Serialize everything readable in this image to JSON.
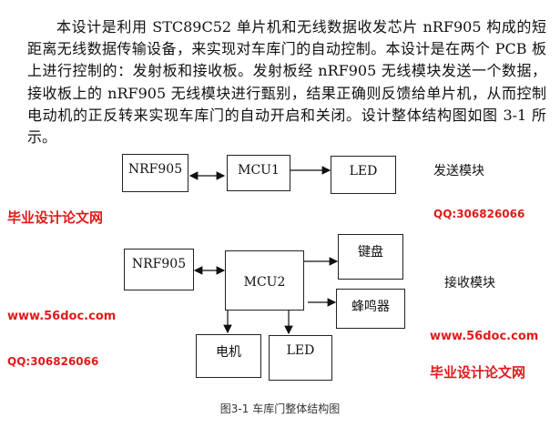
{
  "paragraph": "本设计是利用 STC89C52 单片机和无线数据收发芯片 nRF905 构成的短距离无线数据传输设备，来实现对车库门的自动控制。本设计是在两个 PCB 板上进行控制的：发射板和接收板。发射板经 nRF905 无线模块发送一个数据，接收板上的 nRF905 无线模块进行甄别，结果正确则反馈给单片机，从而控制电动机的正反转来实现车库门的自动开启和关闭。设计整体结构图如图 3-1 所示。",
  "diagram": {
    "send": {
      "label": "发送模块",
      "nrf": "NRF905",
      "mcu": "MCU1",
      "led": "LED"
    },
    "receive": {
      "label": "接收模块",
      "nrf": "NRF905",
      "mcu": "MCU2",
      "keyboard": "键盘",
      "buzzer": "蜂鸣器",
      "motor": "电机",
      "led": "LED"
    },
    "caption": "图3-1  车库门整体结构图"
  },
  "watermarks": {
    "site_cn": "毕业设计论文网",
    "url": "www.56doc.com",
    "qq": "QQ:306826066"
  }
}
